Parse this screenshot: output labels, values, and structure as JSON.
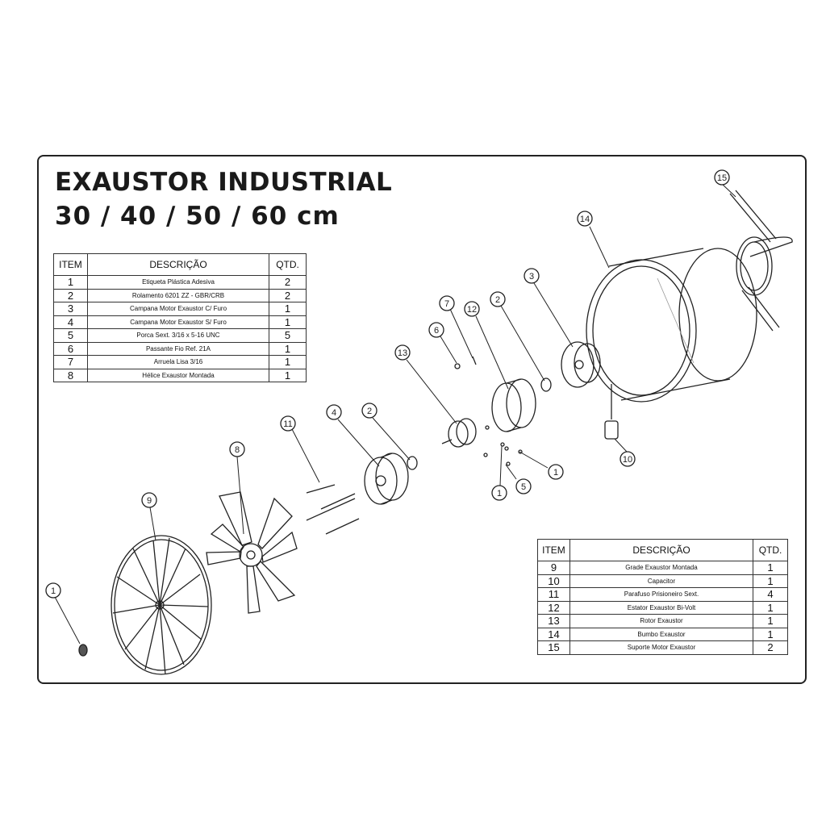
{
  "header": {
    "title": "EXAUSTOR INDUSTRIAL",
    "subtitle": "30 / 40 / 50 / 60 cm"
  },
  "table_headers": {
    "item": "ITEM",
    "description": "DESCRIÇÃO",
    "qty": "QTD."
  },
  "parts_table_1": [
    {
      "item": "1",
      "description": "Etiqueta Plástica Adesiva",
      "qty": "2"
    },
    {
      "item": "2",
      "description": "Rolamento 6201 ZZ - GBR/CRB",
      "qty": "2"
    },
    {
      "item": "3",
      "description": "Campana Motor Exaustor C/ Furo",
      "qty": "1"
    },
    {
      "item": "4",
      "description": "Campana Motor Exaustor S/ Furo",
      "qty": "1"
    },
    {
      "item": "5",
      "description": "Porca Sext. 3/16 x 5-16 UNC",
      "qty": "5"
    },
    {
      "item": "6",
      "description": "Passante Fio Ref. 21A",
      "qty": "1"
    },
    {
      "item": "7",
      "description": "Arruela Lisa 3/16",
      "qty": "1"
    },
    {
      "item": "8",
      "description": "Hélice Exaustor  Montada",
      "qty": "1"
    }
  ],
  "parts_table_2": [
    {
      "item": "9",
      "description": "Grade Exaustor  Montada",
      "qty": "1"
    },
    {
      "item": "10",
      "description": "Capacitor",
      "qty": "1"
    },
    {
      "item": "11",
      "description": "Parafuso Prisioneiro Sext.",
      "qty": "4"
    },
    {
      "item": "12",
      "description": "Estator Exaustor  Bi-Volt",
      "qty": "1"
    },
    {
      "item": "13",
      "description": "Rotor Exaustor",
      "qty": "1"
    },
    {
      "item": "14",
      "description": "Bumbo Exaustor",
      "qty": "1"
    },
    {
      "item": "15",
      "description": "Suporte Motor Exaustor",
      "qty": "2"
    }
  ],
  "callouts": [
    {
      "id": "c15",
      "label": "15"
    },
    {
      "id": "c14",
      "label": "14"
    },
    {
      "id": "c3",
      "label": "3"
    },
    {
      "id": "c2a",
      "label": "2"
    },
    {
      "id": "c12",
      "label": "12"
    },
    {
      "id": "c7",
      "label": "7"
    },
    {
      "id": "c6",
      "label": "6"
    },
    {
      "id": "c13",
      "label": "13"
    },
    {
      "id": "c2b",
      "label": "2"
    },
    {
      "id": "c4",
      "label": "4"
    },
    {
      "id": "c11",
      "label": "11"
    },
    {
      "id": "c8",
      "label": "8"
    },
    {
      "id": "c9",
      "label": "9"
    },
    {
      "id": "c1a",
      "label": "1"
    },
    {
      "id": "c1b",
      "label": "1"
    },
    {
      "id": "c1c",
      "label": "1"
    },
    {
      "id": "c5",
      "label": "5"
    },
    {
      "id": "c10",
      "label": "10"
    }
  ]
}
